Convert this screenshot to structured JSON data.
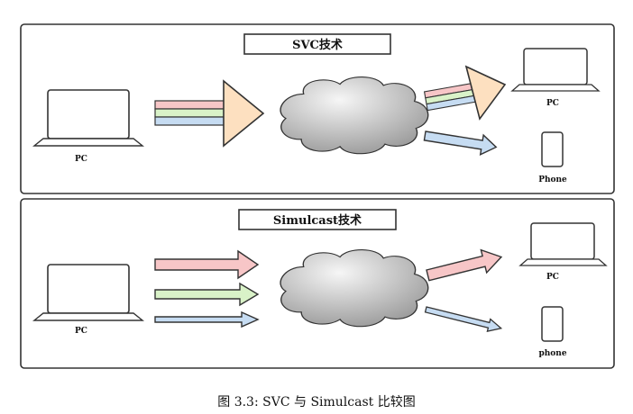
{
  "svc_panel": {
    "title": "SVC技术",
    "sender_label": "PC",
    "receiver_pc_label": "PC",
    "receiver_phone_label": "Phone"
  },
  "simulcast_panel": {
    "title": "Simulcast技术",
    "sender_label": "PC",
    "receiver_pc_label": "PC",
    "receiver_phone_label": "phone"
  },
  "caption": "图 3.3: SVC 与 Simulcast 比较图",
  "colors": {
    "red_layer": "#f7c6c7",
    "green_layer": "#d9f2c8",
    "blue_layer": "#c6dcf2",
    "triangle": "#fde0c0",
    "cloud_light": "#f4f4f4",
    "cloud_dark": "#9c9c9c",
    "outline": "#333333"
  }
}
